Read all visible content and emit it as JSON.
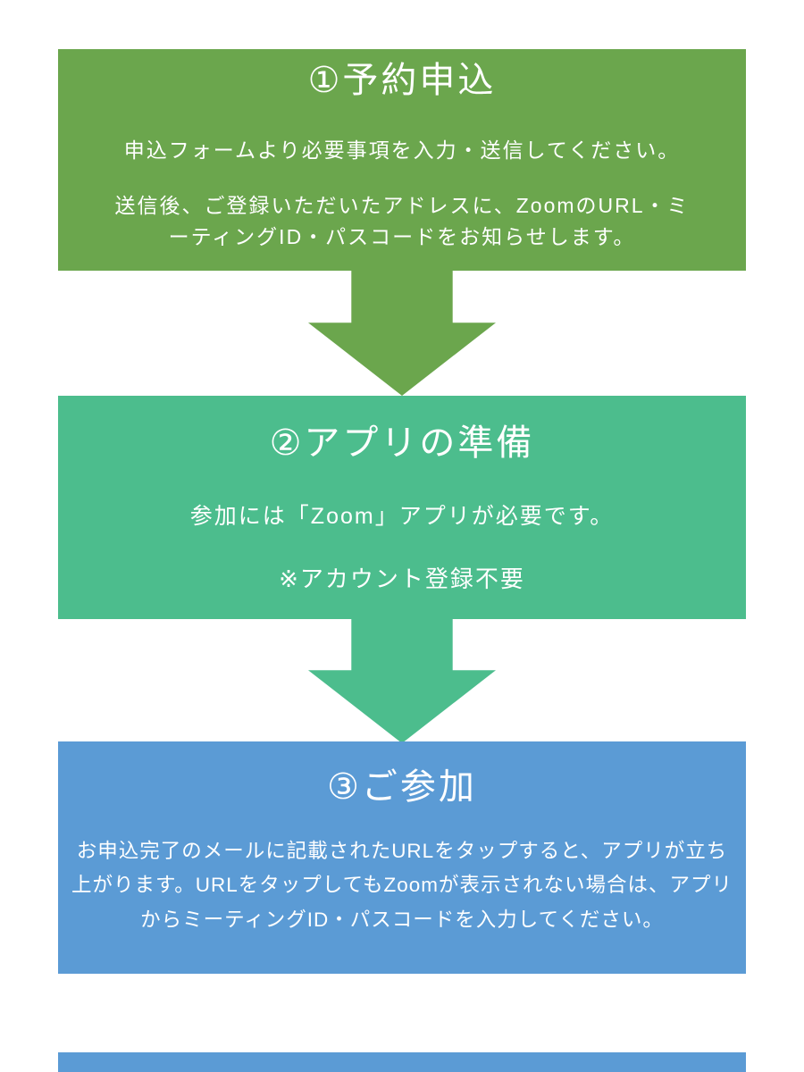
{
  "page": {
    "background": "#ffffff"
  },
  "steps": [
    {
      "id": "step-1",
      "title": "①予約申込",
      "paragraphs": [
        "申込フォームより必要事項を入力・送信してください。",
        "送信後、ご登録いただいたアドレスに、ZoomのURL・ミーティングID・パスコードをお知らせします。"
      ],
      "color": "#6ba64d",
      "text_color": "#ffffff"
    },
    {
      "id": "step-2",
      "title": "②アプリの準備",
      "paragraphs": [
        "参加には「Zoom」アプリが必要です。",
        "※アカウント登録不要"
      ],
      "color": "#4cbd8d",
      "text_color": "#ffffff"
    },
    {
      "id": "step-3",
      "title": "③ご参加",
      "paragraphs": [
        "お申込完了のメールに記載されたURLをタップすると、アプリが立ち上がります。URLをタップしてもZoomが表示されない場合は、アプリからミーティングID・パスコードを入力してください。"
      ],
      "color": "#5b9bd5",
      "text_color": "#ffffff"
    }
  ],
  "arrows": [
    {
      "direction": "down",
      "color": "#6ba64d"
    },
    {
      "direction": "down",
      "color": "#4cbd8d"
    }
  ],
  "footer_strip": {
    "color": "#5b9bd5"
  }
}
